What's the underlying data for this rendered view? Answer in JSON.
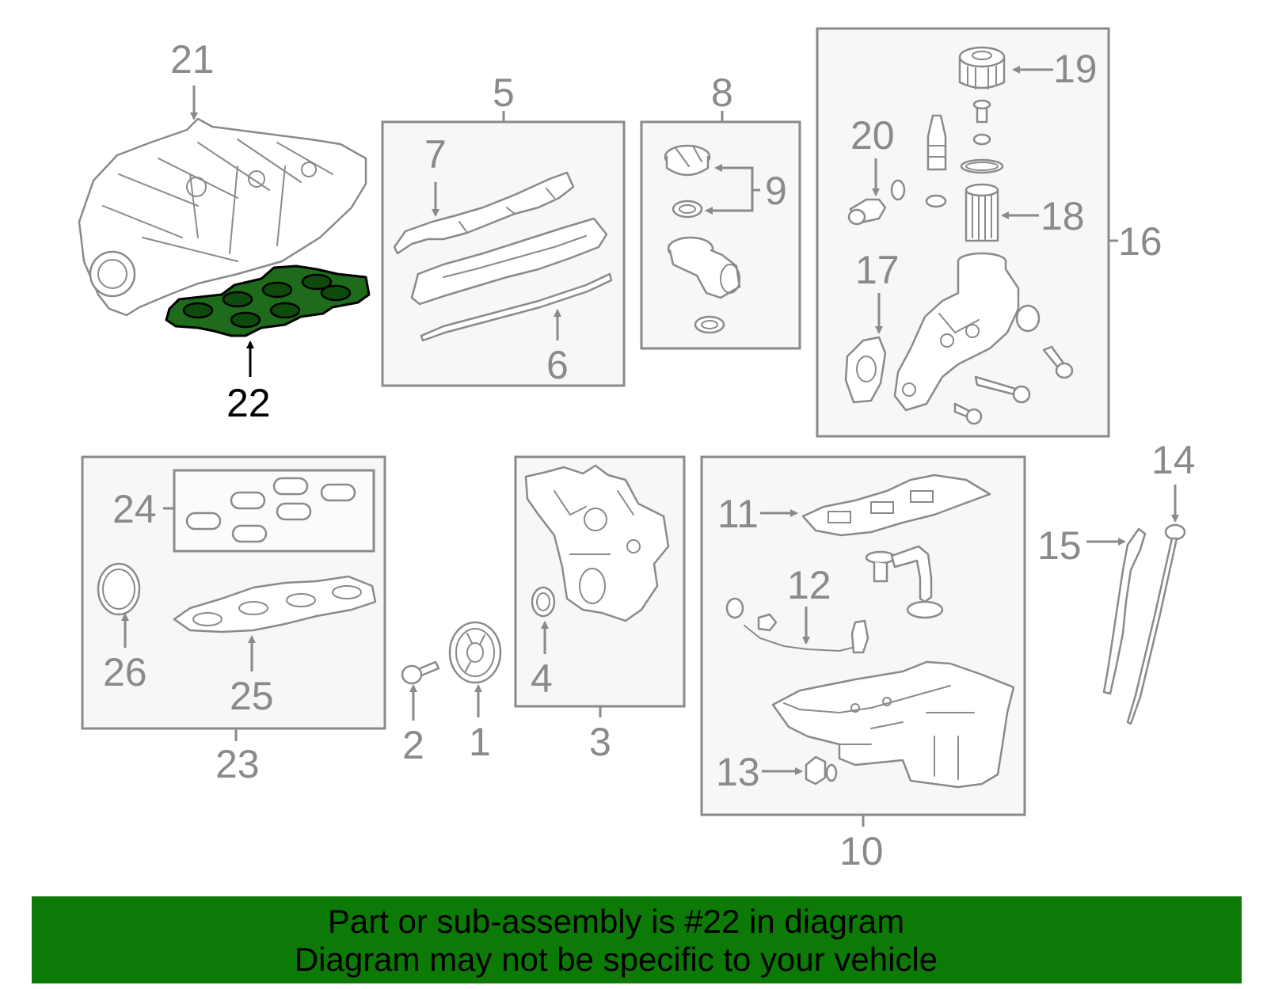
{
  "highlight_color": "#1e6b1b",
  "banner_color": "#0d7a07",
  "banner": {
    "line1": "Part or sub-assembly is #22 in diagram",
    "line2": "Diagram may not be specific to your vehicle"
  },
  "callouts": {
    "c1": "1",
    "c2": "2",
    "c3": "3",
    "c4": "4",
    "c5": "5",
    "c6": "6",
    "c7": "7",
    "c8": "8",
    "c9": "9",
    "c10": "10",
    "c11": "11",
    "c12": "12",
    "c13": "13",
    "c14": "14",
    "c15": "15",
    "c16": "16",
    "c17": "17",
    "c18": "18",
    "c19": "19",
    "c20": "20",
    "c21": "21",
    "c22": "22",
    "c23": "23",
    "c24": "24",
    "c25": "25",
    "c26": "26"
  }
}
